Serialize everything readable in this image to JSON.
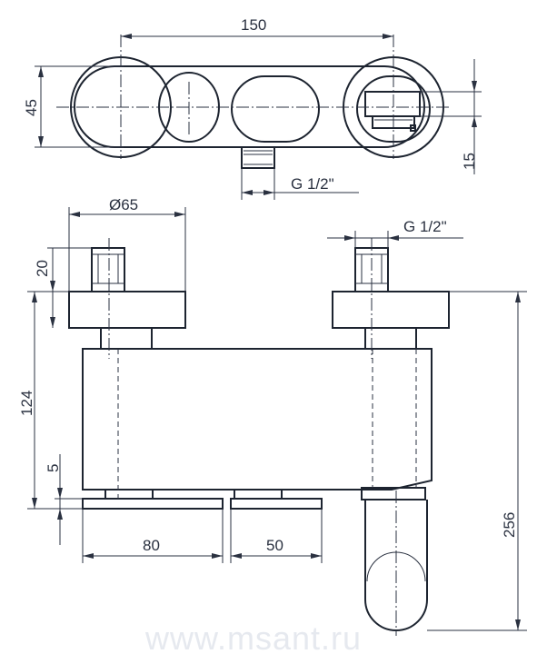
{
  "drawing": {
    "top_view": {
      "dim_width": "150",
      "dim_height": "45",
      "dim_offset": "15",
      "dim_thread": "G 1/2\""
    },
    "front_view": {
      "dim_diameter": "Ø65",
      "dim_thread": "G 1/2\"",
      "dim_fitting_height": "20",
      "dim_body_height": "124",
      "dim_gap": "5",
      "dim_total_height": "256",
      "dim_left_flange": "80",
      "dim_right_flange": "50"
    },
    "watermark": "www.msant.ru"
  }
}
